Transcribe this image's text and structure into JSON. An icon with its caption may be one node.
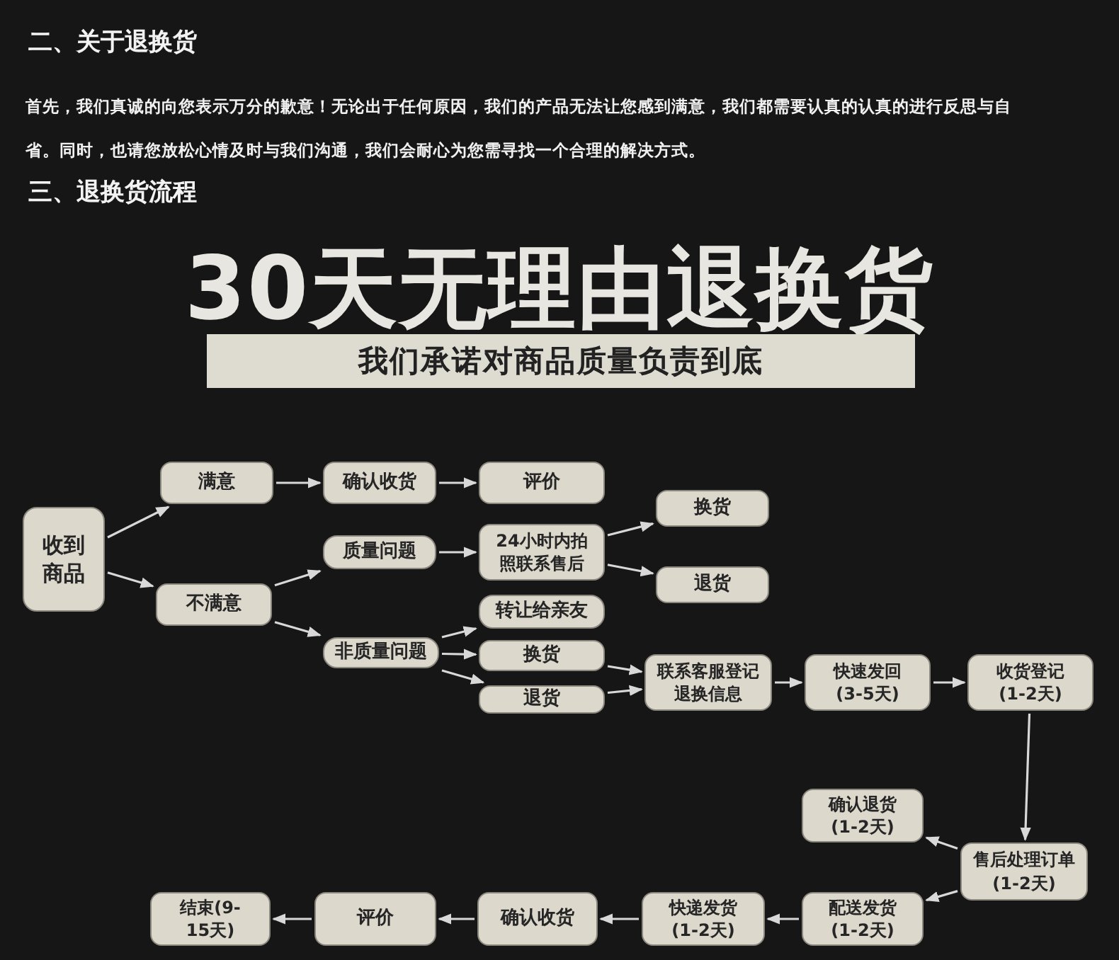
{
  "diagram": {
    "title": "30天无理由退换货",
    "nodes": [
      {
        "text": [
          "收到商品"
        ]
      },
      {
        "text": [
          "满意"
        ]
      },
      {
        "text": [
          "确认收货"
        ]
      },
      {
        "text": [
          "评价"
        ]
      },
      {
        "text": [
          "不满意"
        ]
      },
      {
        "text": [
          "质量问题"
        ]
      },
      {
        "text": [
          "24小时内拍照联系售后"
        ]
      },
      {
        "text": [
          "换货"
        ]
      },
      {
        "text": [
          "退货"
        ]
      },
      {
        "text": [
          "非质量问题"
        ]
      },
      {
        "text": [
          "转让给亲友"
        ]
      },
      {
        "text": [
          "换货"
        ]
      },
      {
        "text": [
          "退货"
        ]
      },
      {
        "text": [
          "联系客服登记退换信息"
        ]
      },
      {
        "text": [
          "快速发回(3-5天)"
        ]
      },
      {
        "text": [
          "收货登记(1-2天)"
        ]
      },
      {
        "text": [
          "确认退货(1-2天)"
        ]
      },
      {
        "text": [
          "售后处理订单(1-2天)"
        ]
      },
      {
        "text": [
          "配送发货(1-2天)"
        ]
      },
      {
        "text": [
          "快递发货(1-2天)"
        ]
      },
      {
        "text": [
          "确认收货"
        ]
      },
      {
        "text": [
          "评价"
        ]
      },
      {
        "text": [
          "结束(9-15天)"
        ]
      }
    ],
    "edges": [
      {
        "from": 0,
        "to": 1,
        "arrow": "to"
      },
      {
        "from": 0,
        "to": 4,
        "arrow": "to"
      },
      {
        "from": 1,
        "to": 2,
        "arrow": "to"
      },
      {
        "from": 2,
        "to": 3,
        "arrow": "to"
      },
      {
        "from": 4,
        "to": 5,
        "arrow": "to"
      },
      {
        "from": 4,
        "to": 9,
        "arrow": "to"
      },
      {
        "from": 5,
        "to": 6,
        "arrow": "to"
      },
      {
        "from": 6,
        "to": 7,
        "arrow": "to"
      },
      {
        "from": 6,
        "to": 8,
        "arrow": "to"
      },
      {
        "from": 9,
        "to": 10,
        "arrow": "to"
      },
      {
        "from": 9,
        "to": 11,
        "arrow": "to"
      },
      {
        "from": 9,
        "to": 12,
        "arrow": "to"
      },
      {
        "from": 11,
        "to": 13,
        "arrow": "to"
      },
      {
        "from": 12,
        "to": 13,
        "arrow": "to"
      },
      {
        "from": 13,
        "to": 14,
        "arrow": "to"
      },
      {
        "from": 14,
        "to": 15,
        "arrow": "to"
      },
      {
        "from": 15,
        "to": 17,
        "arrow": "to"
      },
      {
        "from": 17,
        "to": 16,
        "arrow": "to"
      },
      {
        "from": 17,
        "to": 18,
        "arrow": "to"
      },
      {
        "from": 18,
        "to": 19,
        "arrow": "to"
      },
      {
        "from": 19,
        "to": 20,
        "arrow": "to"
      },
      {
        "from": 20,
        "to": 21,
        "arrow": "to"
      },
      {
        "from": 21,
        "to": 22,
        "arrow": "to"
      }
    ],
    "labels": [
      "二、关于退换货",
      "首先，我们真诚的向您表示万分的歉意！无论出于任何原因，我们的产品无法让您感到满意，我们都需要认真的认真的进行反思与自省。同时，也请您放松心情及时与我们沟通，我们会耐心为您需寻找一个合理的解决方式。",
      "三、退换货流程",
      "我们承诺对商品质量负责到底"
    ]
  }
}
